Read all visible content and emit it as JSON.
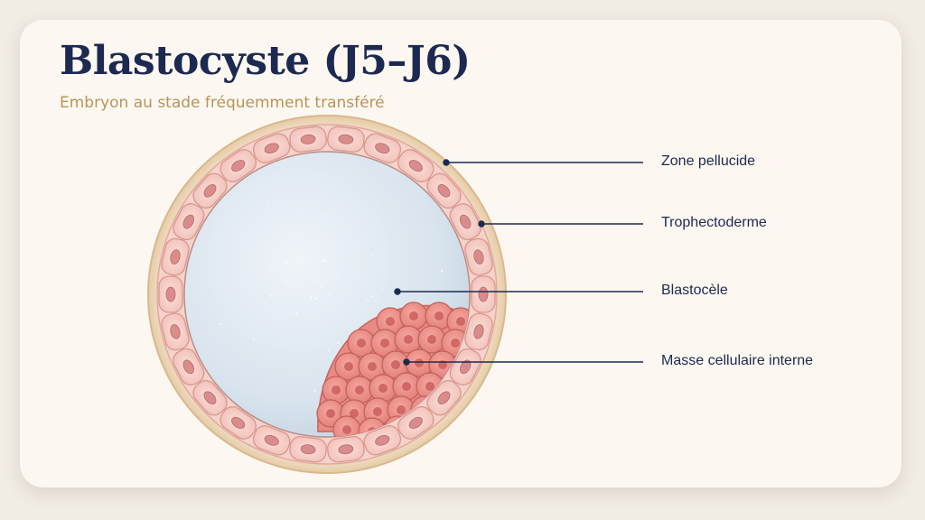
{
  "header": {
    "title": "Blastocyste (J5–J6)",
    "subtitle": "Embryon au stade fréquemment transféré"
  },
  "labels": [
    {
      "id": "zone-pellucide",
      "text": "Zone pellucide"
    },
    {
      "id": "trophectoderme",
      "text": "Trophectoderme"
    },
    {
      "id": "blastocele",
      "text": "Blastocèle"
    },
    {
      "id": "masse-cellulaire-interne",
      "text": "Masse cellulaire interne"
    }
  ],
  "colors": {
    "title": "#1c2a52",
    "subtitle": "#b8955a",
    "zona": "#e9d3b6",
    "trophectoderm_cell": "#f3cbc4",
    "nucleus": "#d98c8c",
    "icm_cell": "#e8837e",
    "blastocoel": "#dfe8f1",
    "leader_line": "#1c2a52"
  }
}
